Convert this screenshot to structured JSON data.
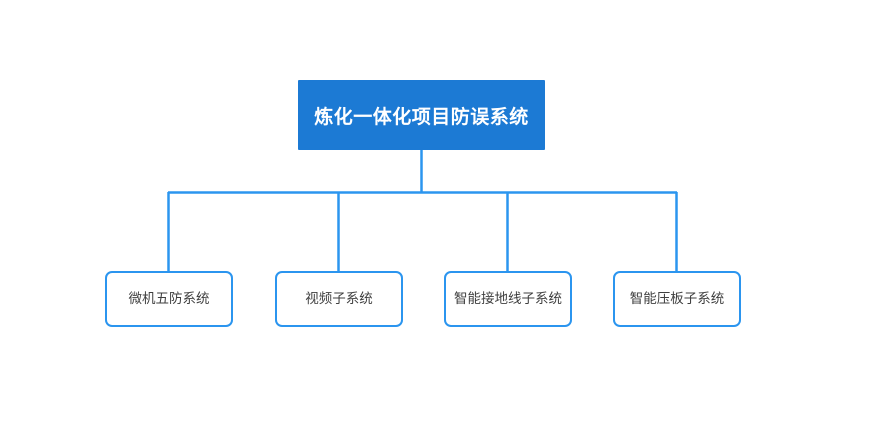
{
  "diagram": {
    "type": "org-chart",
    "background_color": "#ffffff",
    "root": {
      "label": "炼化一体化项目防误系统",
      "fill_color": "#1c7ad4",
      "text_color": "#ffffff"
    },
    "connector": {
      "color": "#2b95ef",
      "width": 2
    },
    "children": [
      {
        "label": "微机五防系统",
        "border_color": "#2b95ef",
        "text_color": "#3f3f3f"
      },
      {
        "label": "视频子系统",
        "border_color": "#2b95ef",
        "text_color": "#3f3f3f"
      },
      {
        "label": "智能接地线子系统",
        "border_color": "#2b95ef",
        "text_color": "#3f3f3f"
      },
      {
        "label": "智能压板子系统",
        "border_color": "#2b95ef",
        "text_color": "#3f3f3f"
      }
    ]
  }
}
